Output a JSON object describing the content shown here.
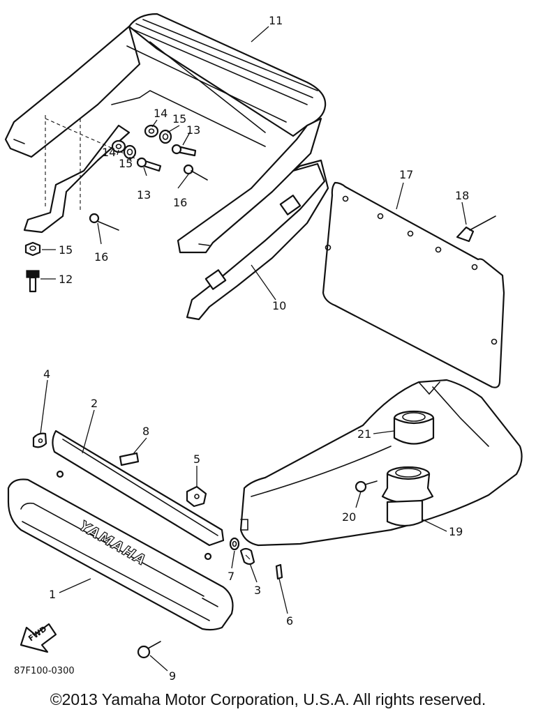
{
  "callouts": [
    "1",
    "2",
    "3",
    "4",
    "5",
    "6",
    "7",
    "8",
    "9",
    "10",
    "11",
    "12",
    "13",
    "14",
    "15",
    "16",
    "17",
    "18",
    "19",
    "20",
    "21"
  ],
  "logo_text": "YAMAHA",
  "fwd_label": "FWD",
  "diagram_code": "87F100-0300",
  "copyright": "©2013 Yamaha Motor Corporation, U.S.A. All rights reserved.",
  "colors": {
    "line": "#111111",
    "background": "#ffffff"
  }
}
